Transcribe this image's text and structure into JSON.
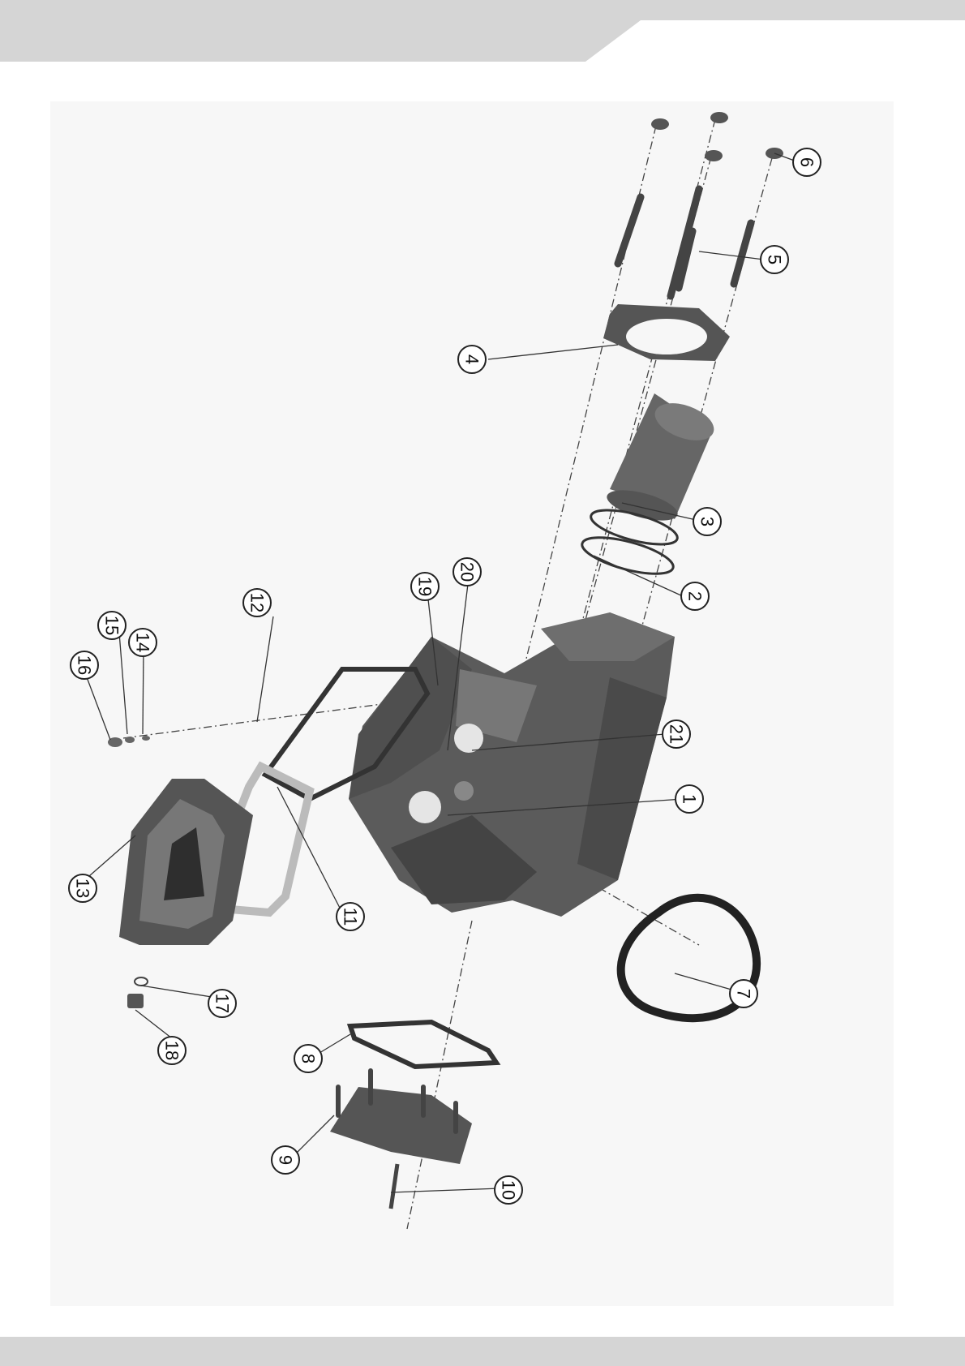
{
  "header": {
    "band_color": "#d5d5d5"
  },
  "footer": {
    "band_color": "#d5d5d5"
  },
  "callouts": [
    {
      "id": "c1",
      "label": "1"
    },
    {
      "id": "c2",
      "label": "2"
    },
    {
      "id": "c3",
      "label": "3"
    },
    {
      "id": "c4",
      "label": "4"
    },
    {
      "id": "c5",
      "label": "5"
    },
    {
      "id": "c6",
      "label": "6"
    },
    {
      "id": "c7",
      "label": "7"
    },
    {
      "id": "c8",
      "label": "8"
    },
    {
      "id": "c9",
      "label": "9"
    },
    {
      "id": "c10",
      "label": "10"
    },
    {
      "id": "c11",
      "label": "11"
    },
    {
      "id": "c12",
      "label": "12"
    },
    {
      "id": "c13",
      "label": "13"
    },
    {
      "id": "c14",
      "label": "14"
    },
    {
      "id": "c15",
      "label": "15"
    },
    {
      "id": "c16",
      "label": "16"
    },
    {
      "id": "c17",
      "label": "17"
    },
    {
      "id": "c18",
      "label": "18"
    },
    {
      "id": "c19",
      "label": "19"
    },
    {
      "id": "c20",
      "label": "20"
    },
    {
      "id": "c21",
      "label": "21"
    }
  ]
}
